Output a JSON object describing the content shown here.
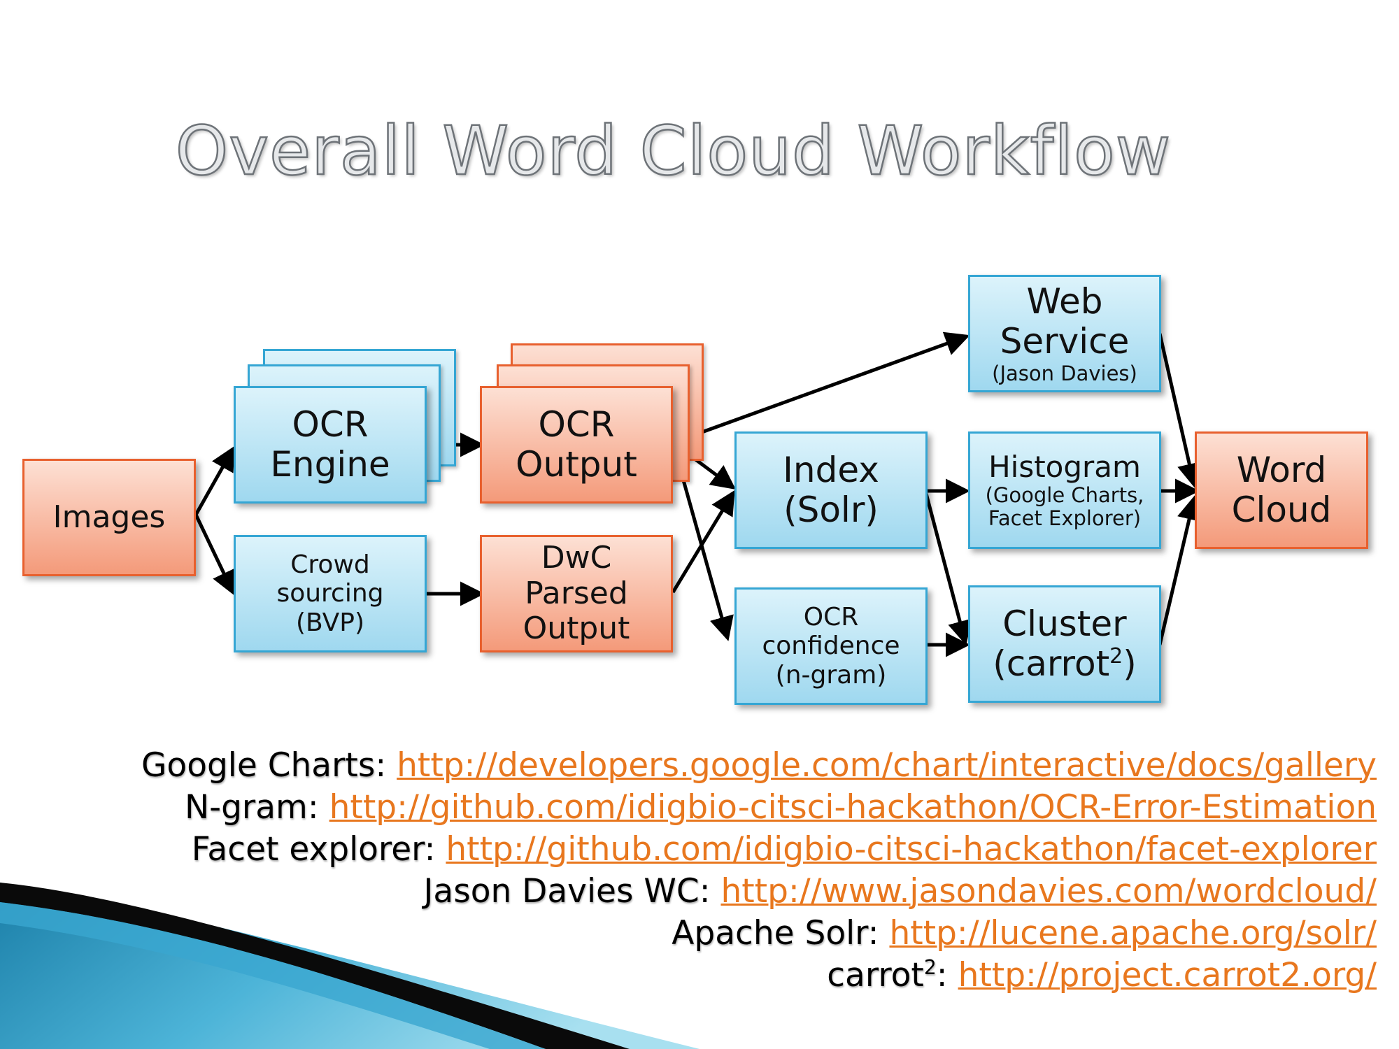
{
  "title": "Overall Word Cloud Workflow",
  "nodes": {
    "images": "Images",
    "ocr_engine": [
      "OCR",
      "Engine"
    ],
    "crowdsourcing": [
      "Crowd",
      "sourcing",
      "(BVP)"
    ],
    "ocr_output": [
      "OCR",
      "Output"
    ],
    "dwc_parsed_output": [
      "DwC",
      "Parsed",
      "Output"
    ],
    "index": [
      "Index",
      "(Solr)"
    ],
    "ocr_confidence": [
      "OCR",
      "confidence",
      "(n-gram)"
    ],
    "web_service": [
      "Web",
      "Service",
      "(Jason Davies)"
    ],
    "histogram": [
      "Histogram",
      "(Google Charts,",
      "Facet Explorer)"
    ],
    "cluster": [
      "Cluster",
      "(carrot",
      "2",
      ")"
    ],
    "word_cloud": [
      "Word",
      "Cloud"
    ]
  },
  "colors": {
    "blue_fill": "#bfe6f6",
    "blue_border": "#35a6d4",
    "red_fill": "#f7b59c",
    "red_border": "#e8602e",
    "link": "#e8771e"
  },
  "references": [
    {
      "label": "Google Charts",
      "url": "http://developers.google.com/chart/interactive/docs/gallery"
    },
    {
      "label": "N-gram",
      "url": "http://github.com/idigbio-citsci-hackathon/OCR-Error-Estimation"
    },
    {
      "label": "Facet explorer",
      "url": "http://github.com/idigbio-citsci-hackathon/facet-explorer"
    },
    {
      "label": "Jason Davies WC",
      "url": "http://www.jasondavies.com/wordcloud/"
    },
    {
      "label": "Apache Solr",
      "url": "http://lucene.apache.org/solr/"
    },
    {
      "label": "carrot",
      "sup": "2",
      "url": "http://project.carrot2.org/"
    }
  ]
}
